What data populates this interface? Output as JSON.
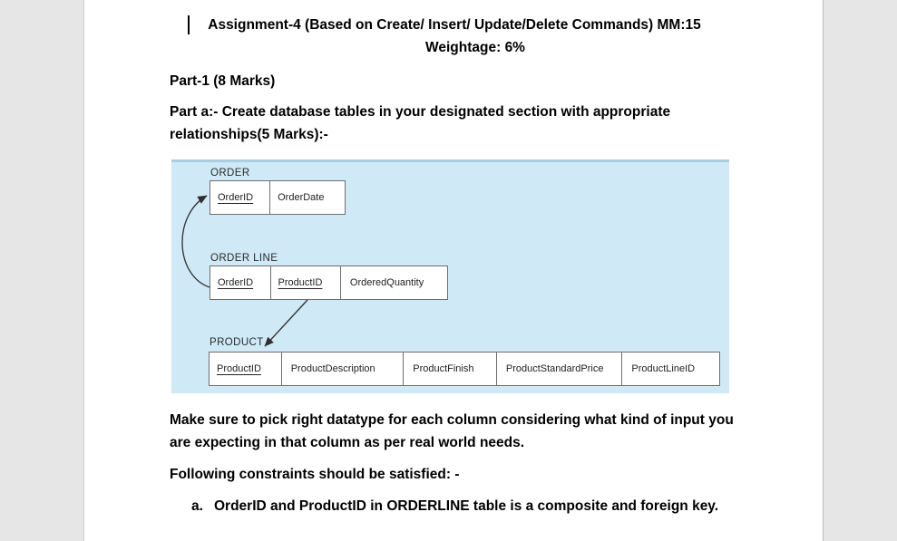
{
  "page": {
    "background_color": "#e6e6e6",
    "paper_color": "#ffffff"
  },
  "document": {
    "title_line1": "Assignment-4 (Based on Create/ Insert/ Update/Delete Commands) MM:15",
    "title_line2": "Weightage: 6%",
    "part1_heading": "Part-1 (8 Marks)",
    "part_a_text": "Part a:- Create database tables in your designated section with appropriate relationships(5 Marks):-",
    "note_text": "Make sure to pick right datatype for each column considering what kind of input you are expecting in that column as per real world needs.",
    "constraints_heading": "Following constraints should be satisfied: -",
    "list_items": [
      {
        "marker": "a.",
        "text": "OrderID and ProductID in ORDERLINE table is a composite and foreign key."
      }
    ]
  },
  "diagram": {
    "background_color": "#cfe9f6",
    "border_color": "#6e6e6e",
    "tables": [
      {
        "name": "ORDER",
        "columns": [
          {
            "label": "OrderID",
            "key": true
          },
          {
            "label": "OrderDate",
            "key": false
          }
        ]
      },
      {
        "name": "ORDER LINE",
        "columns": [
          {
            "label": "OrderID",
            "key": true
          },
          {
            "label": "ProductID",
            "key": true
          },
          {
            "label": "OrderedQuantity",
            "key": false
          }
        ]
      },
      {
        "name": "PRODUCT",
        "columns": [
          {
            "label": "ProductID",
            "key": true
          },
          {
            "label": "ProductDescription",
            "key": false
          },
          {
            "label": "ProductFinish",
            "key": false
          },
          {
            "label": "ProductStandardPrice",
            "key": false
          },
          {
            "label": "ProductLineID",
            "key": false
          }
        ]
      }
    ],
    "relationships": [
      {
        "from": "ORDER LINE.OrderID",
        "to": "ORDER.OrderID"
      },
      {
        "from": "ORDER LINE.ProductID",
        "to": "PRODUCT.ProductID"
      }
    ]
  }
}
